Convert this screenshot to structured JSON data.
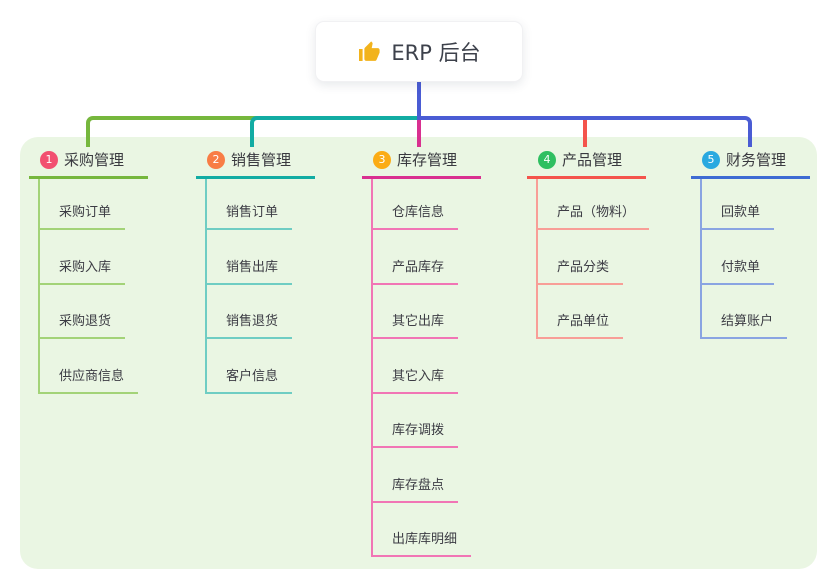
{
  "root_node": {
    "icon": "thumbs-up-icon",
    "label": "ERP 后台",
    "icon_color": "#f2b31c"
  },
  "panel": {
    "background": "#eaf6e3"
  },
  "connectors": {
    "root_stem_color": "#4a5cd4",
    "right_rail_color": "#4a5cd4"
  },
  "branches": [
    {
      "number": "1",
      "label": "采购管理",
      "badge_color": "#f25070",
      "line_color": "#76b73d",
      "child_line_color": "#a3d378",
      "children": [
        "采购订单",
        "采购入库",
        "采购退货",
        "供应商信息"
      ]
    },
    {
      "number": "2",
      "label": "销售管理",
      "badge_color": "#f87d45",
      "line_color": "#12aca3",
      "child_line_color": "#6fcdc3",
      "children": [
        "销售订单",
        "销售出库",
        "销售退货",
        "客户信息"
      ]
    },
    {
      "number": "3",
      "label": "库存管理",
      "badge_color": "#fbac15",
      "line_color": "#d93090",
      "child_line_color": "#f175b5",
      "children": [
        "仓库信息",
        "产品库存",
        "其它出库",
        "其它入库",
        "库存调拨",
        "库存盘点",
        "出库库明细"
      ]
    },
    {
      "number": "4",
      "label": "产品管理",
      "badge_color": "#2fbf61",
      "line_color": "#f4544c",
      "child_line_color": "#f89e97",
      "children": [
        "产品（物料）",
        "产品分类",
        "产品单位"
      ]
    },
    {
      "number": "5",
      "label": "财务管理",
      "badge_color": "#2aa9e0",
      "line_color": "#3e6bd3",
      "child_line_color": "#8aa4e2",
      "children": [
        "回款单",
        "付款单",
        "结算账户"
      ]
    }
  ]
}
